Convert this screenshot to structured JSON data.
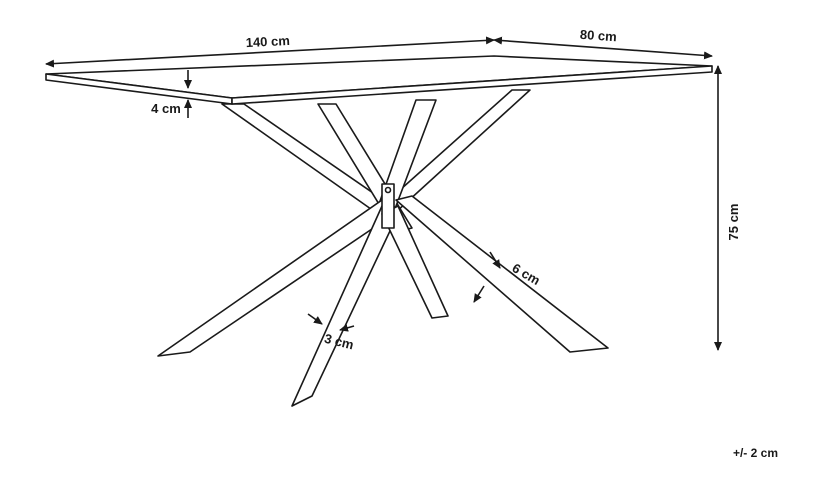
{
  "dimensions": {
    "length": "140 cm",
    "width": "80 cm",
    "height": "75 cm",
    "top_thickness": "4 cm",
    "leg_width": "6 cm",
    "leg_thickness": "3 cm"
  },
  "tolerance": "+/- 2 cm",
  "colors": {
    "stroke": "#1a1a1a",
    "background": "#ffffff"
  }
}
